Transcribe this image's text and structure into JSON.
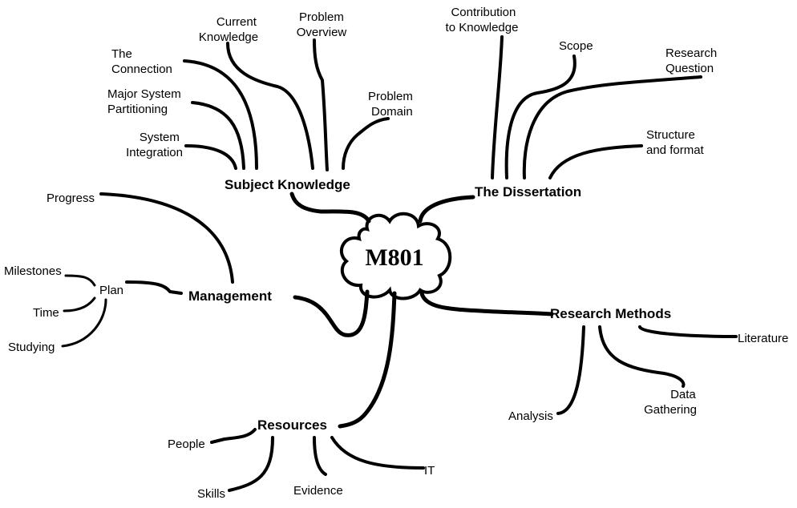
{
  "centre": {
    "label": "M801"
  },
  "branches": {
    "subject_knowledge": {
      "label": "Subject Knowledge",
      "items": {
        "current_knowledge": [
          "Current",
          "Knowledge"
        ],
        "problem_overview": [
          "Problem",
          "Overview"
        ],
        "the_connection": [
          "The",
          "Connection"
        ],
        "major_system_partitioning": [
          "Major System",
          "Partitioning"
        ],
        "system_integration": [
          "System",
          "Integration"
        ],
        "problem_domain": [
          "Problem",
          "Domain"
        ]
      }
    },
    "dissertation": {
      "label": "The Dissertation",
      "items": {
        "contribution": [
          "Contribution",
          "to Knowledge"
        ],
        "scope": [
          "Scope"
        ],
        "research_question": [
          "Research",
          "Question"
        ],
        "structure_format": [
          "Structure",
          "and format"
        ]
      }
    },
    "management": {
      "label": "Management",
      "items": {
        "progress": "Progress",
        "plan": "Plan",
        "milestones": "Milestones",
        "time": "Time",
        "studying": "Studying"
      }
    },
    "research_methods": {
      "label": "Research Methods",
      "items": {
        "literature": "Literature",
        "analysis": "Analysis",
        "data_gathering": [
          "Data",
          "Gathering"
        ]
      }
    },
    "resources": {
      "label": "Resources",
      "items": {
        "people": "People",
        "skills": "Skills",
        "evidence": "Evidence",
        "it": "IT"
      }
    }
  }
}
